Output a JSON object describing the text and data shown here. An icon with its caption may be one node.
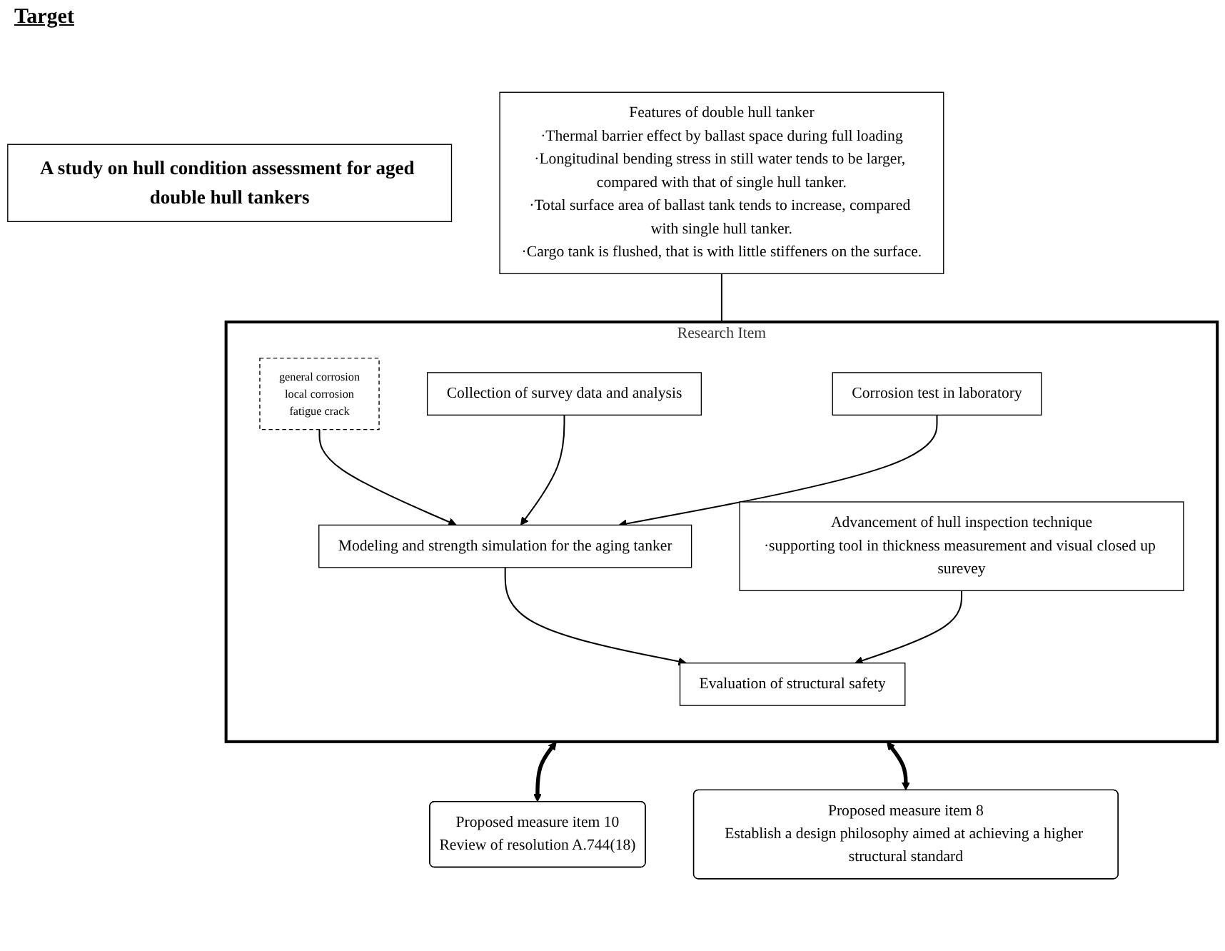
{
  "diagram": {
    "nodes": [
      {
        "text": [
          "A study on hull condition assessment for aged double hull tankers"
        ]
      },
      {
        "text": [
          "Features of double hull tanker",
          "·Thermal barrier effect by ballast space during full loading",
          "·Longitudinal bending stress in still water tends to be larger, compared with that of single hull tanker.",
          "·Total surface area of ballast tank tends to increase, compared with single hull tanker.",
          "·Cargo tank is flushed, that is with little stiffeners on the surface."
        ]
      },
      {
        "text": [
          "Research Item"
        ]
      },
      {
        "text": [
          "Modeling and strength simulation for the aging tanker"
        ],
        "in": 2
      },
      {
        "text": [
          "general corrosion",
          "local corrosion",
          "fatigue crack"
        ],
        "in": 2
      },
      {
        "text": [
          "Advancement of hull inspection technique",
          "·supporting tool in thickness measurement and visual closed up surevey"
        ],
        "in": 2
      },
      {
        "text": [
          "Collection of survey data and analysis"
        ],
        "in": 2
      },
      {
        "text": [
          "Corrosion test in laboratory"
        ],
        "in": 2
      },
      {
        "text": [
          "Evaluation of structural safety"
        ],
        "in": 2
      },
      {
        "text": [
          "Proposed measure item 10",
          "Review of resolution A.744(18)"
        ]
      },
      {
        "text": [
          "Proposed measure item 8",
          "Establish a design philosophy aimed at achieving a higher structural standard"
        ]
      }
    ],
    "edges": [
      {
        "from": 1,
        "to": 2,
        "arrow": "none"
      },
      {
        "from": 4,
        "to": 3,
        "arrow": "to"
      },
      {
        "from": 6,
        "to": 3,
        "arrow": "to"
      },
      {
        "from": 7,
        "to": 3,
        "arrow": "to"
      },
      {
        "from": 3,
        "to": 8,
        "arrow": "to"
      },
      {
        "from": 5,
        "to": 8,
        "arrow": "to"
      },
      {
        "from": 2,
        "to": 9,
        "arrow": "both",
        "style": "thick"
      },
      {
        "from": 2,
        "to": 10,
        "arrow": "both",
        "style": "thick"
      }
    ],
    "labels": [
      "Target"
    ]
  }
}
